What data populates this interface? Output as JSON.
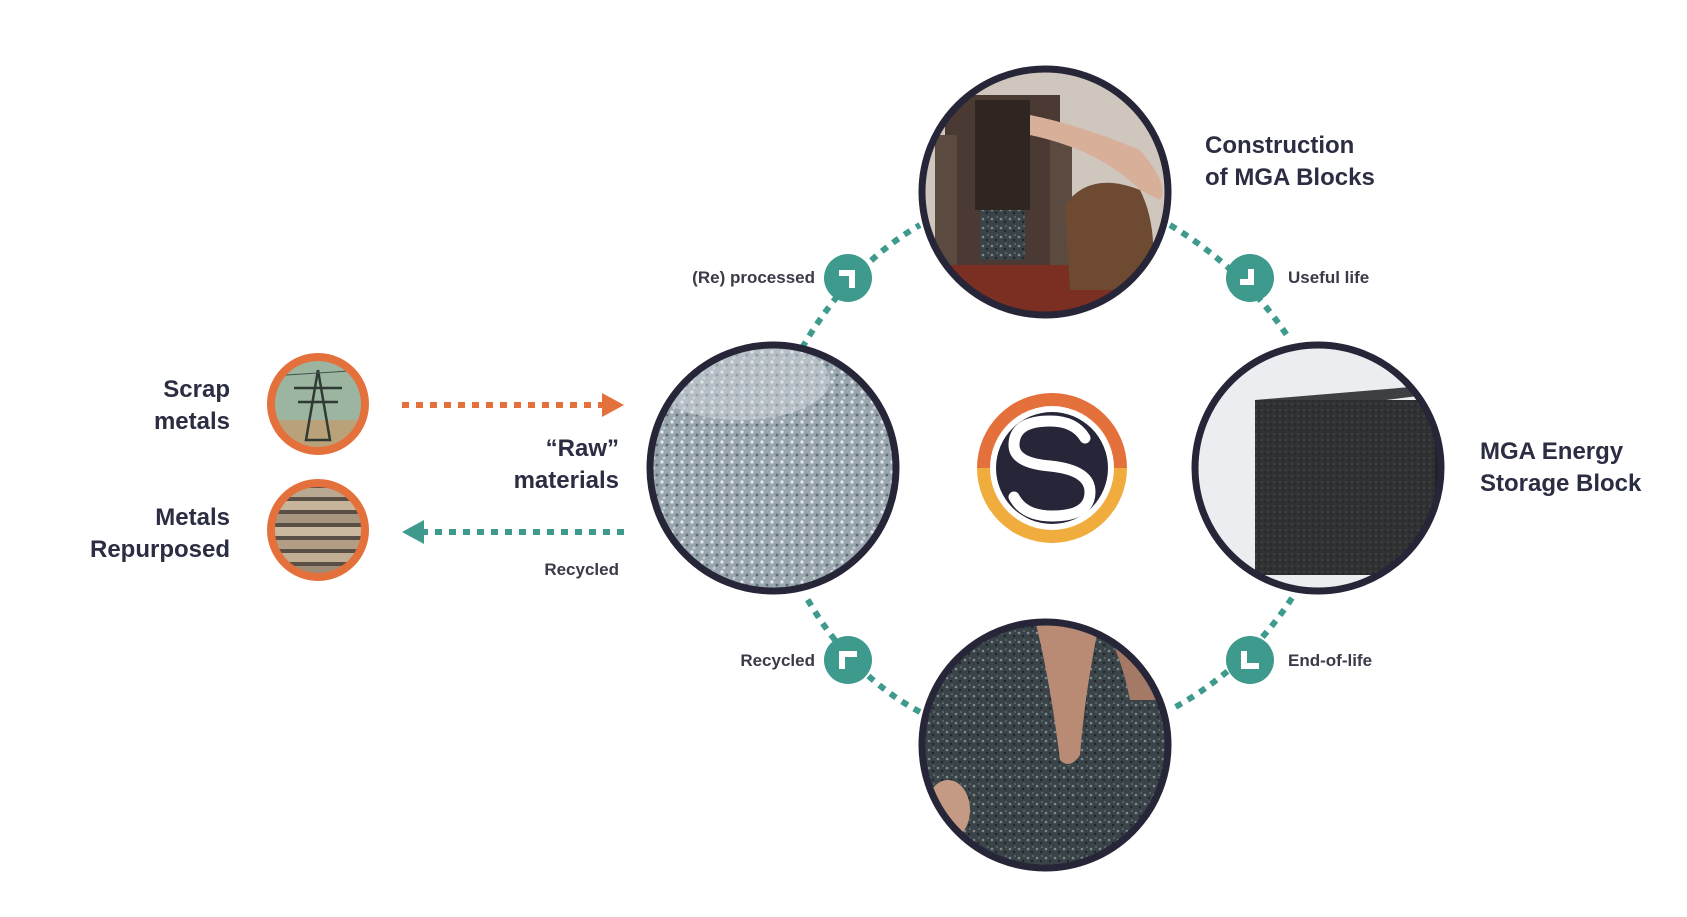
{
  "labels": {
    "scrap_line1": "Scrap",
    "scrap_line2": "metals",
    "repurposed_line1": "Metals",
    "repurposed_line2": "Repurposed",
    "raw_line1": "“Raw”",
    "raw_line2": "materials",
    "recycled_left": "Recycled",
    "construction_line1": "Construction",
    "construction_line2": "of MGA Blocks",
    "block_line1": "MGA Energy",
    "block_line2": "Storage Block",
    "reprocessed": "(Re) processed",
    "useful_life": "Useful life",
    "end_of_life": "End-of-life",
    "recycled_bottom": "Recycled"
  },
  "icons": {
    "photos": [
      "transmission-tower-photo",
      "rebar-bundle-photo",
      "metal-granules-photo",
      "block-press-photo",
      "mga-block-photo",
      "granule-hands-photo"
    ],
    "flow": [
      "corner-arrow-icon",
      "logo-s-icon"
    ]
  },
  "colors": {
    "teal": "#3d9a8c",
    "orange": "#e4703b",
    "navy": "#262638",
    "gold": "#f0ac3c"
  }
}
